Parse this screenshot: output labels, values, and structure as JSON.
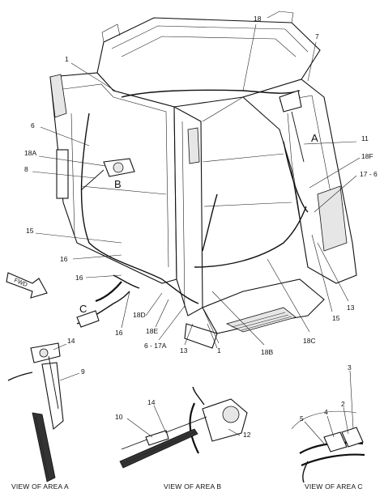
{
  "callouts": {
    "c1a": "1",
    "c1b": "1",
    "c18": "18",
    "c7": "7",
    "c6": "6",
    "c18a": "18A",
    "c8": "8",
    "cB": "B",
    "cA": "A",
    "c11": "11",
    "c18f": "18F",
    "c17_6": "17 - 6",
    "c15a": "15",
    "c16a": "16",
    "c16b": "16",
    "cC": "C",
    "c16c": "16",
    "c18d": "18D",
    "c18e": "18E",
    "c6_17a": "6 - 17A",
    "c13a": "13",
    "c18b": "18B",
    "c18c": "18C",
    "c15b": "15",
    "c13b": "13",
    "c14a": "14",
    "c9": "9",
    "c14b": "14",
    "c10": "10",
    "c12": "12",
    "c3": "3",
    "c2": "2",
    "c4": "4",
    "c5": "5",
    "fwd": "FWD"
  },
  "captions": {
    "view_a": "VIEW OF AREA A",
    "view_b": "VIEW OF AREA B",
    "view_c": "VIEW OF AREA C"
  },
  "colors": {
    "ink": "#111111",
    "paper": "#ffffff",
    "shade": "#e6e6e6"
  }
}
